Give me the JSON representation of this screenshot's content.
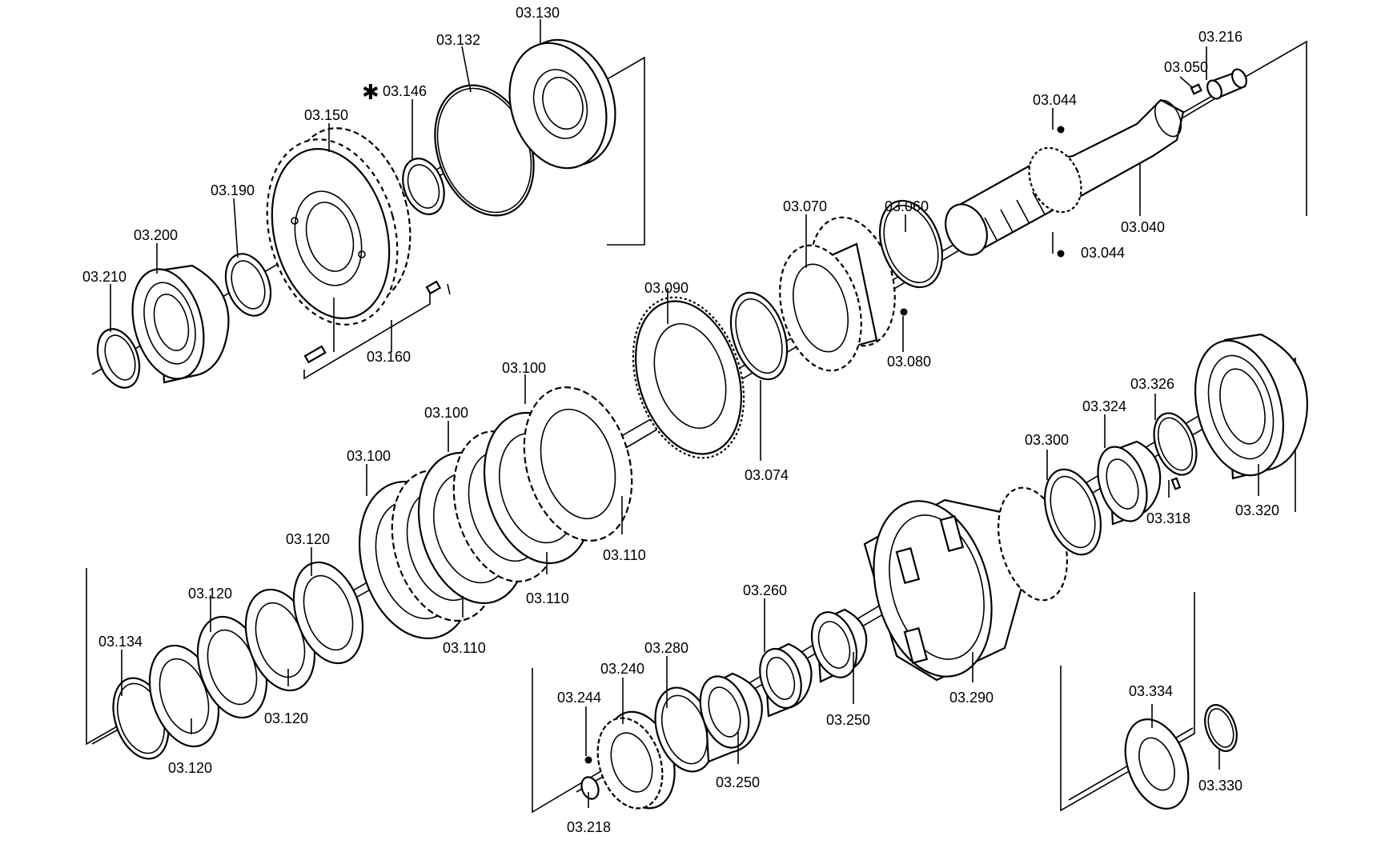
{
  "diagram": {
    "labels": {
      "l03130": "03.130",
      "l03132": "03.132",
      "l03146": "03.146",
      "l03150": "03.150",
      "l03190": "03.190",
      "l03200": "03.200",
      "l03210": "03.210",
      "l03160": "03.160",
      "l03216": "03.216",
      "l03050": "03.050",
      "l03044a": "03.044",
      "l03044b": "03.044",
      "l03040": "03.040",
      "l03070": "03.070",
      "l03060": "03.060",
      "l03080": "03.080",
      "l03090": "03.090",
      "l03074": "03.074",
      "l03100a": "03.100",
      "l03100b": "03.100",
      "l03100c": "03.100",
      "l03110a": "03.110",
      "l03110b": "03.110",
      "l03110c": "03.110",
      "l03120a": "03.120",
      "l03120b": "03.120",
      "l03120c": "03.120",
      "l03120d": "03.120",
      "l03134": "03.134",
      "l03326": "03.326",
      "l03324": "03.324",
      "l03300": "03.300",
      "l03318": "03.318",
      "l03320": "03.320",
      "l03260": "03.260",
      "l03280": "03.280",
      "l03240": "03.240",
      "l03244": "03.244",
      "l03250a": "03.250",
      "l03250b": "03.250",
      "l03290": "03.290",
      "l03218": "03.218",
      "l03334": "03.334",
      "l03330": "03.330"
    },
    "star_marker": "✱"
  }
}
